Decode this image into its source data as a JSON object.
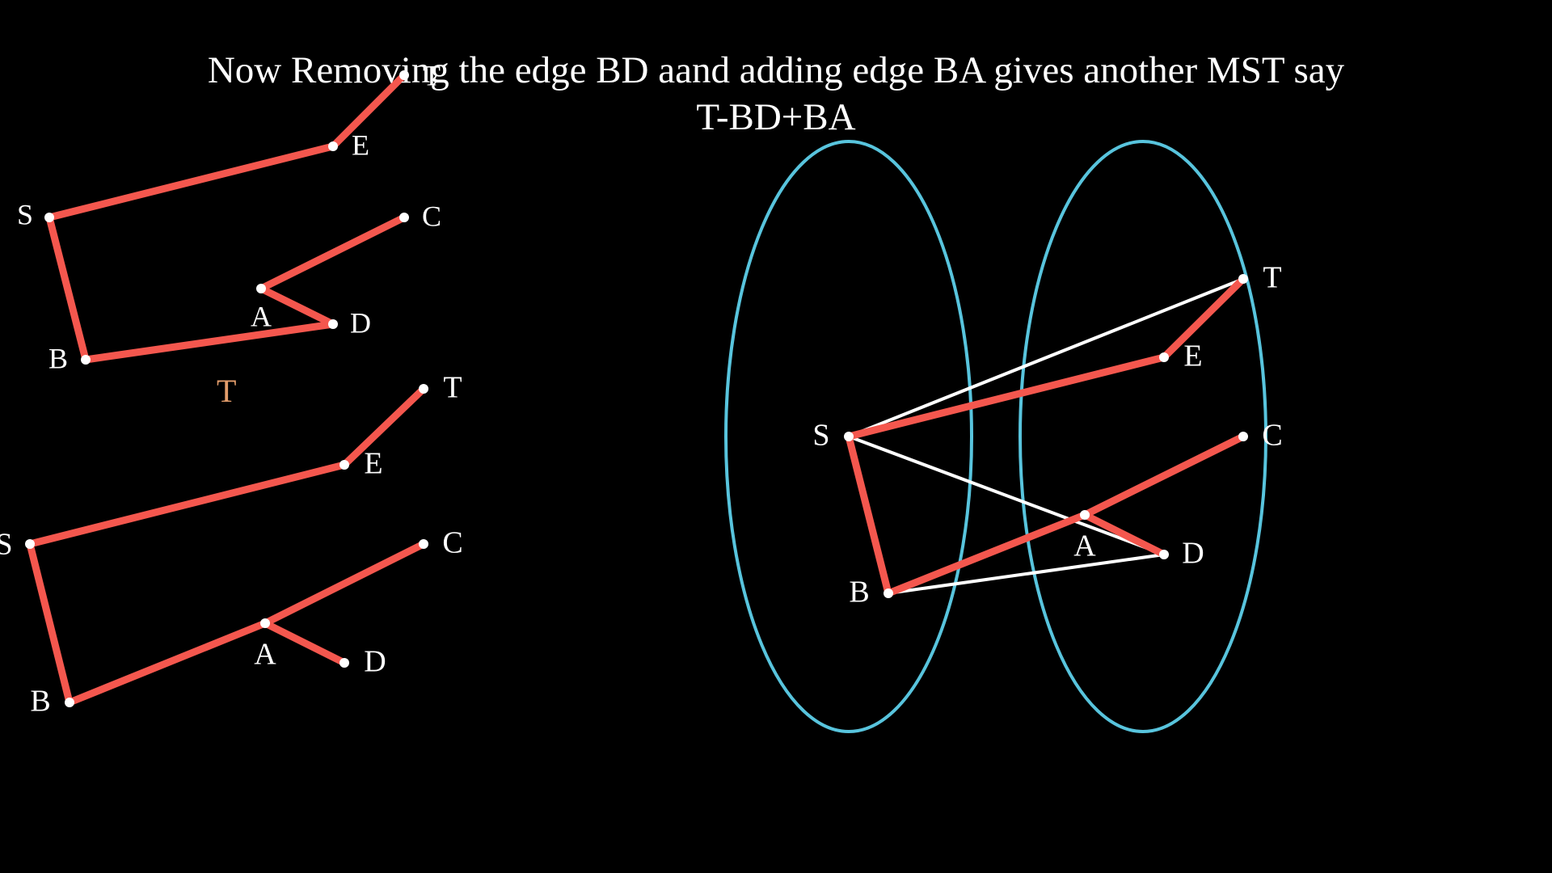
{
  "caption": {
    "line1": "Now Removing the edge BD aand adding edge BA gives another MST say",
    "line2": "T-BD+BA"
  },
  "tree_label": "T",
  "colors": {
    "background": "#000000",
    "mst_edge": "#f4574e",
    "graph_edge": "#ffffff",
    "partition_ellipse": "#58c4dd",
    "node": "#ffffff",
    "tree_label": "#e39d6b"
  },
  "nodes": {
    "S": "S",
    "B": "B",
    "A": "A",
    "D": "D",
    "C": "C",
    "E": "E",
    "T": "T"
  },
  "tree_T_edges": [
    [
      "S",
      "E"
    ],
    [
      "E",
      "T"
    ],
    [
      "S",
      "B"
    ],
    [
      "B",
      "D"
    ],
    [
      "D",
      "A"
    ],
    [
      "A",
      "C"
    ]
  ],
  "tree_new_edges": [
    [
      "S",
      "E"
    ],
    [
      "E",
      "T"
    ],
    [
      "S",
      "B"
    ],
    [
      "B",
      "A"
    ],
    [
      "A",
      "C"
    ],
    [
      "A",
      "D"
    ]
  ],
  "graph": {
    "partition_left": [
      "S",
      "B"
    ],
    "partition_right": [
      "T",
      "E",
      "C",
      "A",
      "D"
    ],
    "mst_edges": [
      [
        "S",
        "E"
      ],
      [
        "E",
        "T"
      ],
      [
        "S",
        "B"
      ],
      [
        "B",
        "A"
      ],
      [
        "A",
        "C"
      ],
      [
        "A",
        "D"
      ]
    ],
    "other_edges": [
      [
        "S",
        "T"
      ],
      [
        "S",
        "D"
      ],
      [
        "B",
        "D"
      ]
    ]
  }
}
